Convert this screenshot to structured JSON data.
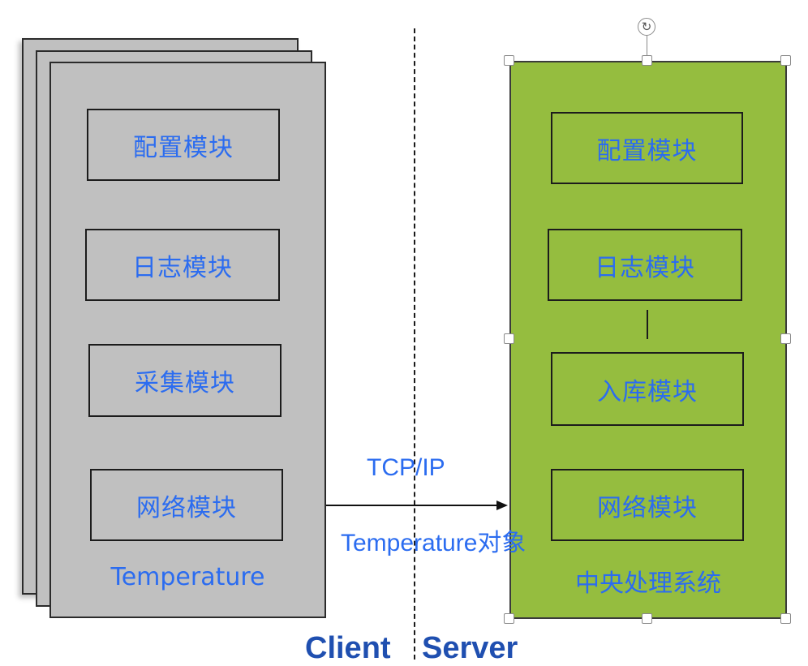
{
  "client": {
    "modules": [
      "配置模块",
      "日志模块",
      "采集模块",
      "网络模块"
    ],
    "label": "Temperature"
  },
  "server": {
    "modules": [
      "配置模块",
      "日志模块",
      "入库模块",
      "网络模块"
    ],
    "label": "中央处理系统"
  },
  "connection": {
    "protocol": "TCP/IP",
    "payload": "Temperature对象"
  },
  "sides": {
    "client": "Client",
    "server": "Server"
  },
  "colors": {
    "client_fill": "#c0c0c0",
    "server_fill": "#95bd3f",
    "label_text": "#2b6cf0",
    "side_label_text": "#1f4fb0"
  },
  "icons": {
    "rotate_handle": "rotate-icon"
  }
}
